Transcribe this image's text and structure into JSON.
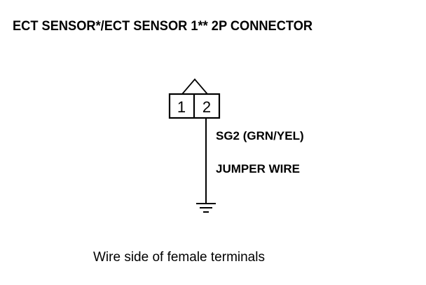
{
  "title": "ECT SENSOR*/ECT SENSOR 1** 2P CONNECTOR",
  "connector": {
    "pins": [
      "1",
      "2"
    ]
  },
  "wire": {
    "signal_label": "SG2 (GRN/YEL)",
    "jumper_label": "JUMPER WIRE"
  },
  "caption": "Wire side of female terminals",
  "colors": {
    "ink": "#000000",
    "background": "#ffffff"
  }
}
